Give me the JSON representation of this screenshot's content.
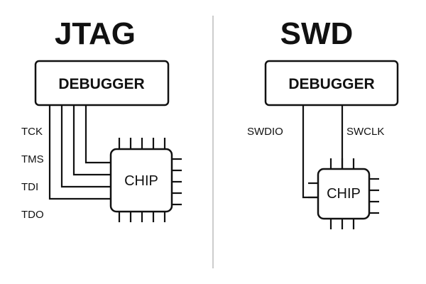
{
  "jtag": {
    "title": "JTAG",
    "debugger_label": "DEBUGGER",
    "chip_label": "CHIP",
    "signals": [
      "TCK",
      "TMS",
      "TDI",
      "TDO"
    ]
  },
  "swd": {
    "title": "SWD",
    "debugger_label": "DEBUGGER",
    "chip_label": "CHIP",
    "signals": [
      "SWDIO",
      "SWCLK"
    ]
  },
  "colors": {
    "stroke": "#111111",
    "divider": "#cccccc",
    "background": "#ffffff"
  }
}
